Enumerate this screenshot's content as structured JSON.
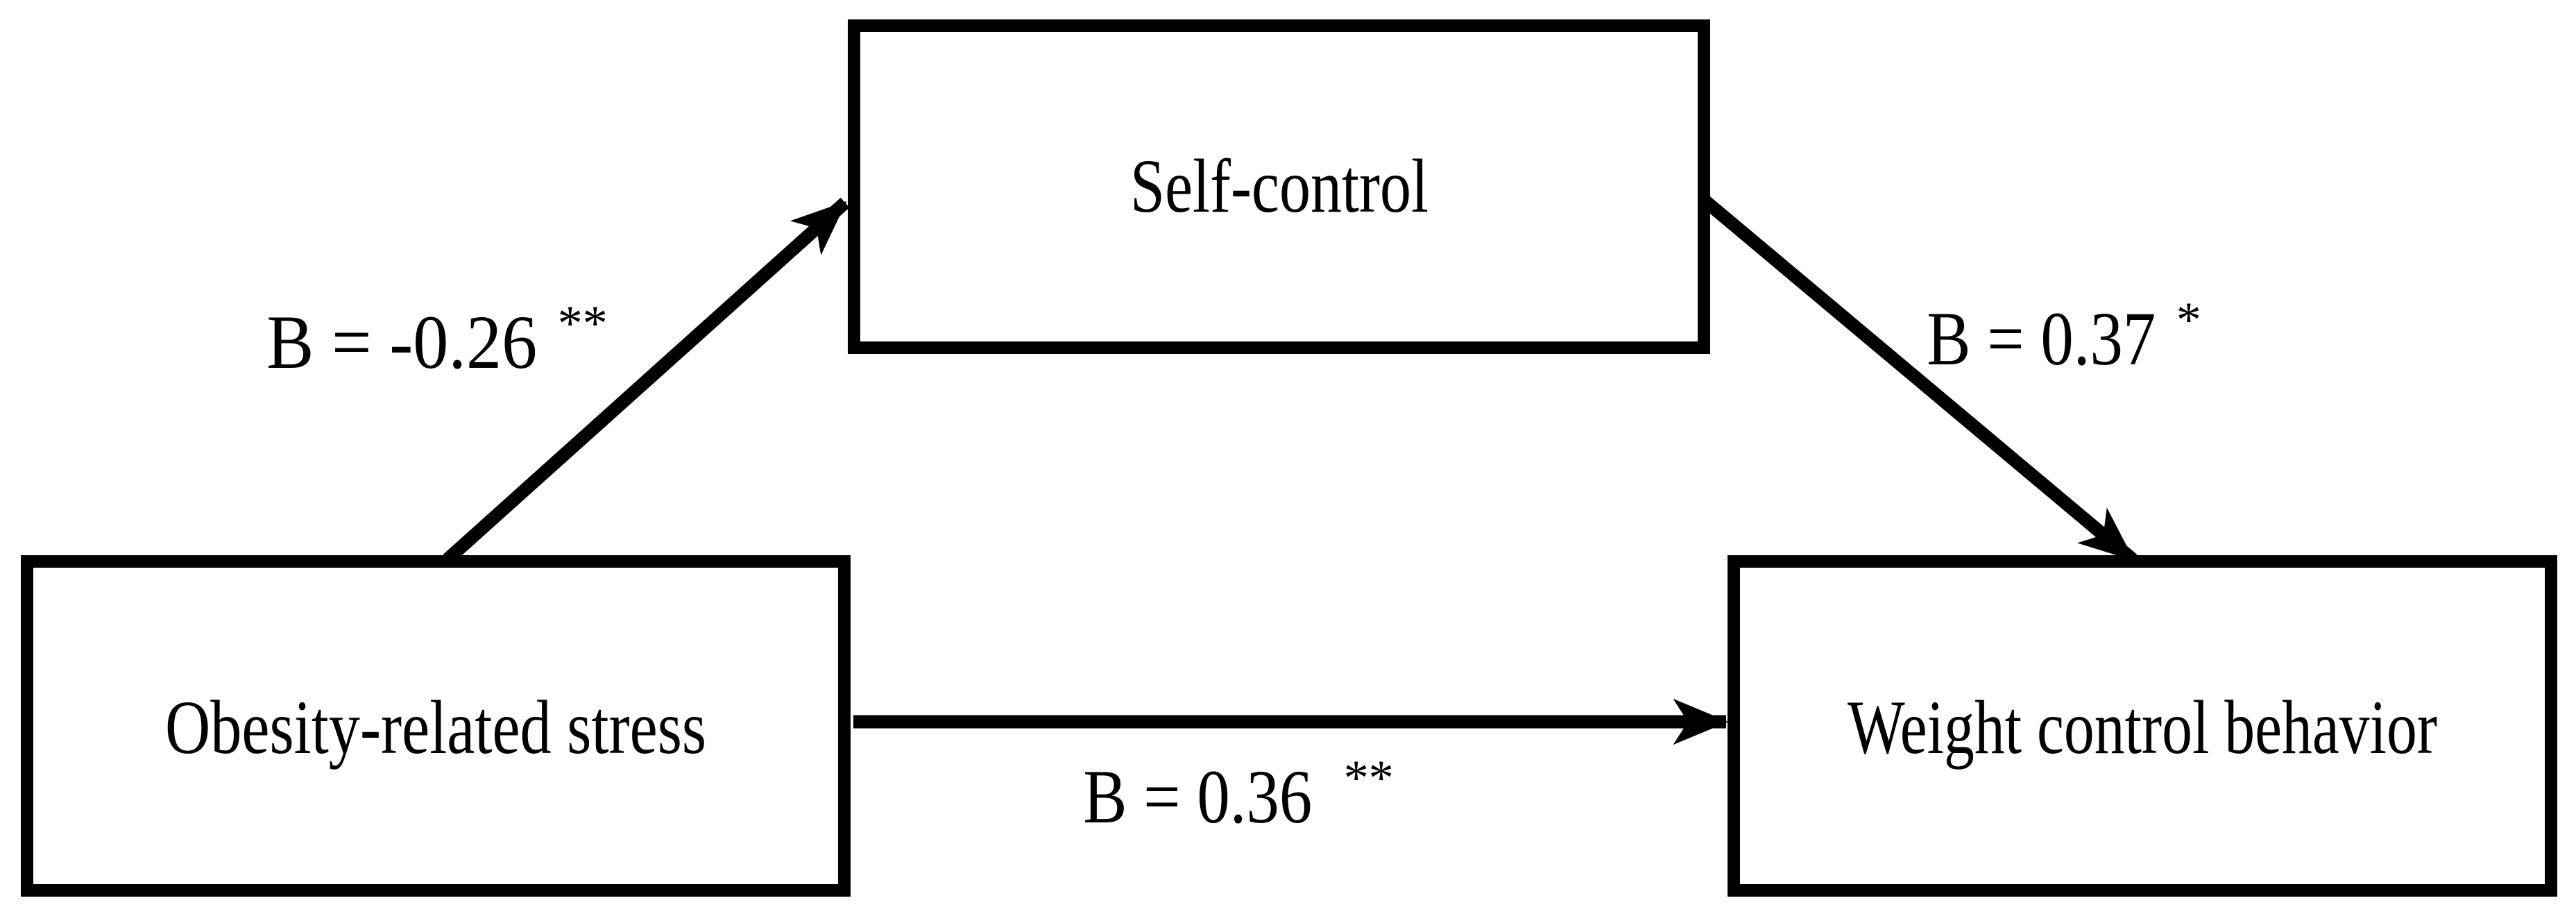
{
  "diagram": {
    "kind": "mediation-path-model",
    "colors": {
      "background": "#ffffff",
      "line": "#000000",
      "text": "#000000"
    },
    "nodes": {
      "predictor": {
        "label": "Obesity-related stress"
      },
      "mediator": {
        "label": "Self-control"
      },
      "outcome": {
        "label": "Weight control behavior"
      }
    },
    "paths": {
      "a": {
        "from": "predictor",
        "to": "mediator",
        "coefficient": "B = -0.26",
        "significance": "**"
      },
      "b": {
        "from": "mediator",
        "to": "outcome",
        "coefficient": "B = 0.37",
        "significance": "*"
      },
      "c": {
        "from": "predictor",
        "to": "outcome",
        "coefficient": "B = 0.36",
        "significance": "**"
      }
    }
  }
}
